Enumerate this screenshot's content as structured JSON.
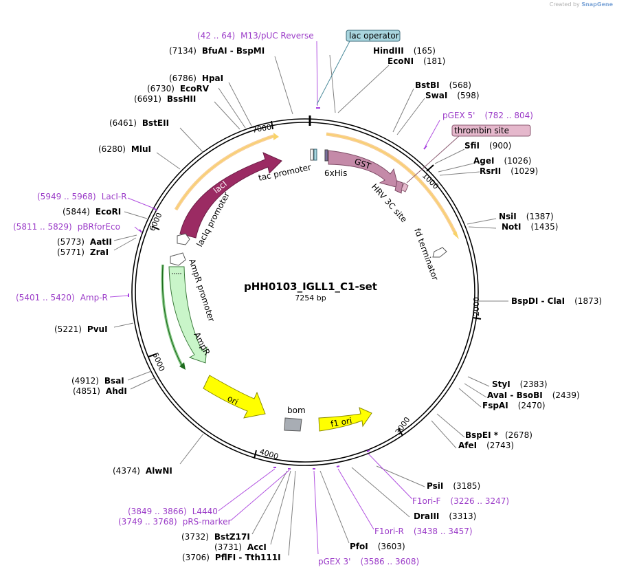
{
  "credit": {
    "created_by": "Created by",
    "brand": "SnapGene"
  },
  "title": "pHH0103_IGLL1_C1-set",
  "size_label": "7254 bp",
  "ticks": [
    "1000",
    "2000",
    "3000",
    "4000",
    "5000",
    "6000",
    "7000"
  ],
  "features": [
    {
      "name": "lacI",
      "color": "#9b2b63"
    },
    {
      "name": "lacIq promoter",
      "color": "#ffffff"
    },
    {
      "name": "tac promoter",
      "color": "#ffffff"
    },
    {
      "name": "lac operator",
      "color": "#a9d6df"
    },
    {
      "name": "6xHis",
      "color": "#7a6fa0"
    },
    {
      "name": "GST",
      "color": "#c48aa8"
    },
    {
      "name": "HRV 3C site",
      "color": "#c48aa8"
    },
    {
      "name": "thrombin site",
      "color": "#e5b8cc"
    },
    {
      "name": "fd terminator",
      "color": "#ffffff"
    },
    {
      "name": "AmpR promoter",
      "color": "#ffffff"
    },
    {
      "name": "AmpR",
      "color": "#c9f5c9"
    },
    {
      "name": "ori",
      "color": "#ffff00"
    },
    {
      "name": "bom",
      "color": "#a8adb4"
    },
    {
      "name": "f1 ori",
      "color": "#ffff00"
    }
  ],
  "sites": [
    {
      "text": "BfuAI - BspMI",
      "pos": "(7134)"
    },
    {
      "text": "HpaI",
      "pos": "(6786)"
    },
    {
      "text": "EcoRV",
      "pos": "(6730)"
    },
    {
      "text": "BssHII",
      "pos": "(6691)"
    },
    {
      "text": "BstEII",
      "pos": "(6461)"
    },
    {
      "text": "MluI",
      "pos": "(6280)"
    },
    {
      "text": "EcoRI",
      "pos": "(5844)"
    },
    {
      "text": "AatII",
      "pos": "(5773)"
    },
    {
      "text": "ZraI",
      "pos": "(5771)"
    },
    {
      "text": "PvuI",
      "pos": "(5221)"
    },
    {
      "text": "BsaI",
      "pos": "(4912)"
    },
    {
      "text": "AhdI",
      "pos": "(4851)"
    },
    {
      "text": "AlwNI",
      "pos": "(4374)"
    },
    {
      "text": "BstZ17I",
      "pos": "(3732)"
    },
    {
      "text": "AccI",
      "pos": "(3731)"
    },
    {
      "text": "PflFI - Tth111I",
      "pos": "(3706)"
    },
    {
      "text": "HindIII",
      "pos": "(165)"
    },
    {
      "text": "EcoNI",
      "pos": "(181)"
    },
    {
      "text": "BstBI",
      "pos": "(568)"
    },
    {
      "text": "SwaI",
      "pos": "(598)"
    },
    {
      "text": "SfiI",
      "pos": "(900)"
    },
    {
      "text": "AgeI",
      "pos": "(1026)"
    },
    {
      "text": "RsrII",
      "pos": "(1029)"
    },
    {
      "text": "NsiI",
      "pos": "(1387)"
    },
    {
      "text": "NotI",
      "pos": "(1435)"
    },
    {
      "text": "BspDI - ClaI",
      "pos": "(1873)"
    },
    {
      "text": "StyI",
      "pos": "(2383)"
    },
    {
      "text": "AvaI - BsoBI",
      "pos": "(2439)"
    },
    {
      "text": "FspAI",
      "pos": "(2470)"
    },
    {
      "text": "BspEI *",
      "pos": "(2678)"
    },
    {
      "text": "AfeI",
      "pos": "(2743)"
    },
    {
      "text": "PsiI",
      "pos": "(3185)"
    },
    {
      "text": "DraIII",
      "pos": "(3313)"
    },
    {
      "text": "PfoI",
      "pos": "(3603)"
    }
  ],
  "primers": [
    {
      "name": "M13/pUC Reverse",
      "range": "(42 .. 64)"
    },
    {
      "name": "pGEX 5'",
      "range": "(782 .. 804)"
    },
    {
      "name": "LacI-R",
      "range": "(5949 .. 5968)"
    },
    {
      "name": "pBRforEco",
      "range": "(5811 .. 5829)"
    },
    {
      "name": "Amp-R",
      "range": "(5401 .. 5420)"
    },
    {
      "name": "L4440",
      "range": "(3849 .. 3866)"
    },
    {
      "name": "pRS-marker",
      "range": "(3749 .. 3768)"
    },
    {
      "name": "F1ori-F",
      "range": "(3226 .. 3247)"
    },
    {
      "name": "F1ori-R",
      "range": "(3438 .. 3457)"
    },
    {
      "name": "pGEX 3'",
      "range": "(3586 .. 3608)"
    }
  ]
}
